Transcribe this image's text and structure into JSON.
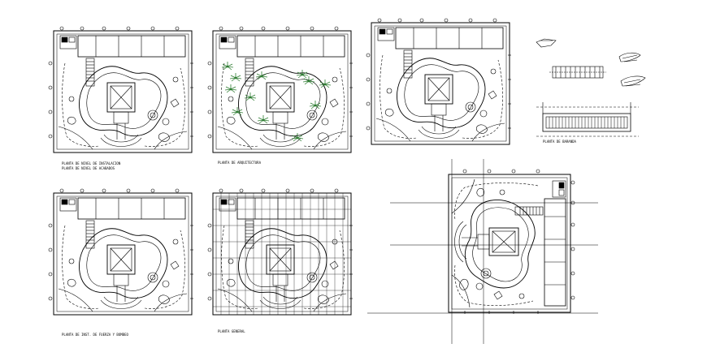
{
  "drawing": {
    "plans": [
      {
        "id": "plan-1",
        "caption_1": "PLANTA DE NIVEL DE INSTALACION",
        "caption_2": "PLANTA DE NIVEL DE ACABADOS"
      },
      {
        "id": "plan-2",
        "caption_1": "PLANTA DE ARQUITECTURA"
      },
      {
        "id": "plan-3",
        "caption_1": ""
      },
      {
        "id": "plan-4",
        "caption_1": "PLANTA DE INST. DE FUERZA Y BOMBEO"
      },
      {
        "id": "plan-5",
        "caption_1": "PLANTA GENERAL"
      },
      {
        "id": "plan-6",
        "caption_1": ""
      }
    ],
    "detail_caption": "PLANTA DE BARANDA",
    "colors": {
      "line": "#000000",
      "background": "#ffffff",
      "vegetation": "#2e7d32"
    }
  }
}
